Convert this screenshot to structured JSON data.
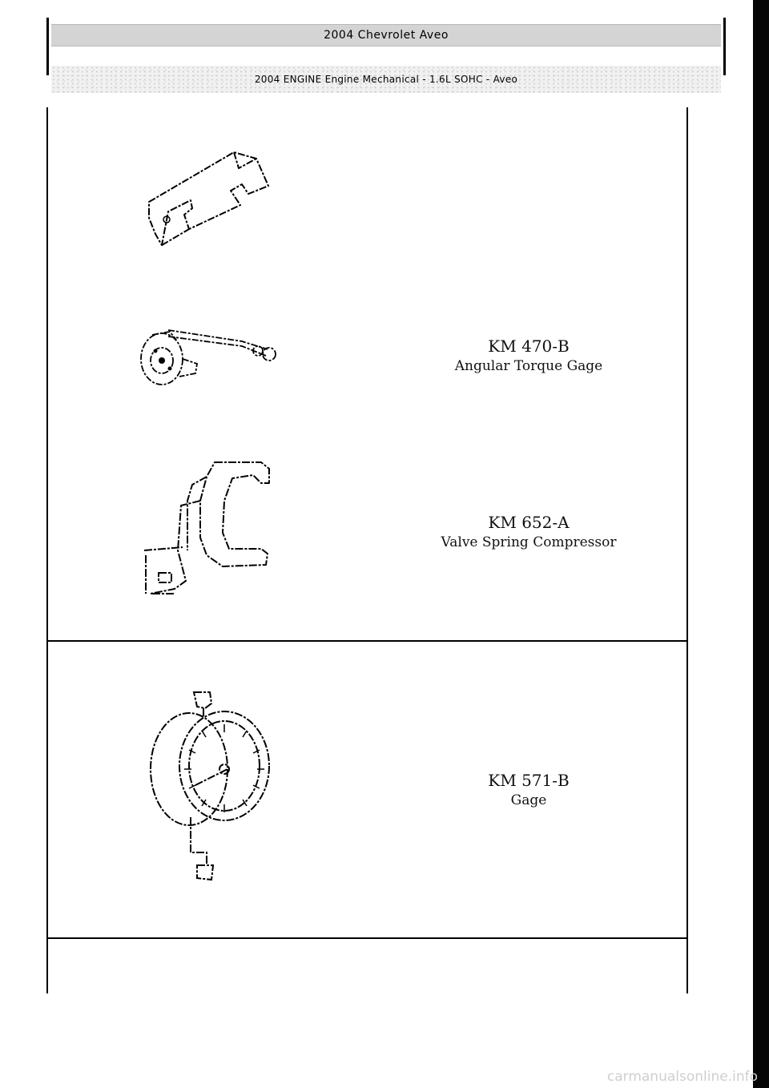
{
  "header": {
    "title": "2004 Chevrolet Aveo",
    "subtitle": "2004 ENGINE Engine Mechanical - 1.6L SOHC - Aveo"
  },
  "tools": [
    {
      "icon": "bracket-tool-icon",
      "number": "",
      "name": ""
    },
    {
      "icon": "angular-torque-gage-icon",
      "number": "KM 470-B",
      "name": "Angular Torque Gage"
    },
    {
      "icon": "valve-spring-compressor-icon",
      "number": "KM 652-A",
      "name": "Valve Spring Compressor"
    },
    {
      "icon": "dial-gage-icon",
      "number": "KM 571-B",
      "name": "Gage"
    }
  ],
  "footer": {
    "watermark": "carmanualsonline.info"
  }
}
